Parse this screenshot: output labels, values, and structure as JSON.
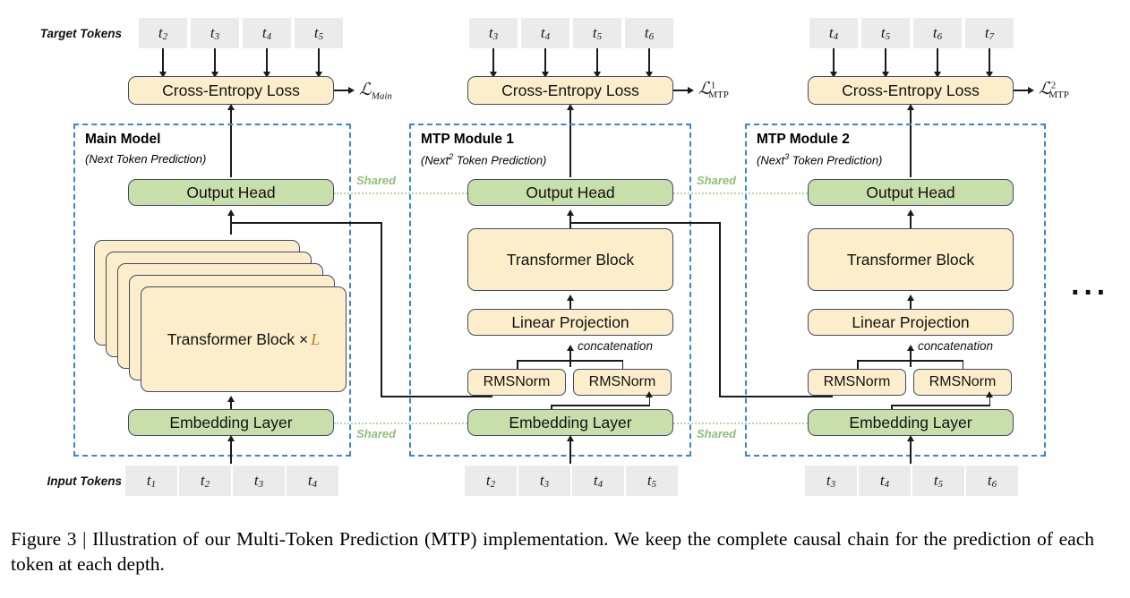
{
  "figure": {
    "caption": "Figure 3 | Illustration of our Multi-Token Prediction (MTP) implementation. We keep the complete causal chain for the prediction of each token at each depth.",
    "ellipsis": "···"
  },
  "rows": {
    "target_label": "Target Tokens",
    "input_label": "Input Tokens"
  },
  "colors": {
    "module_border": "#3b86d1",
    "node_border": "#3d4b63",
    "cream_fill": "#fdeecb",
    "green_fill": "#c8dfac",
    "token_fill": "#ebebeb",
    "shared_green": "#8fc07a",
    "shared_dotted": "#b9d6a3",
    "accent_L": "#c07a12"
  },
  "labels": {
    "cross_entropy": "Cross-Entropy Loss",
    "output_head": "Output Head",
    "embedding_layer": "Embedding Layer",
    "transformer_block": "Transformer Block",
    "transformer_block_xL_text": "Transformer Block × ",
    "transformer_block_L": "L",
    "linear_projection": "Linear Projection",
    "rmsnorm": "RMSNorm",
    "concatenation": "concatenation",
    "shared": "Shared"
  },
  "columns": [
    {
      "id": "main-model",
      "title": "Main Model",
      "subtitle_pre": "(Next Token Prediction)",
      "subtitle_base": "(Next",
      "subtitle_sup": "",
      "subtitle_post": " Token Prediction)",
      "loss_symbol": "ℒ",
      "loss_sub": "Main",
      "loss_sup": "",
      "target_tokens": [
        "t2",
        "t3",
        "t4",
        "t5"
      ],
      "input_tokens": [
        "t1",
        "t2",
        "t3",
        "t4"
      ]
    },
    {
      "id": "mtp-module-1",
      "title": "MTP Module 1",
      "subtitle_pre": "(Next2 Token Prediction)",
      "subtitle_base": "(Next",
      "subtitle_sup": "2",
      "subtitle_post": " Token Prediction)",
      "loss_symbol": "ℒ",
      "loss_sub": "MTP",
      "loss_sup": "1",
      "target_tokens": [
        "t3",
        "t4",
        "t5",
        "t6"
      ],
      "input_tokens": [
        "t2",
        "t3",
        "t4",
        "t5"
      ]
    },
    {
      "id": "mtp-module-2",
      "title": "MTP Module 2",
      "subtitle_pre": "(Next3 Token Prediction)",
      "subtitle_base": "(Next",
      "subtitle_sup": "3",
      "subtitle_post": " Token Prediction)",
      "loss_symbol": "ℒ",
      "loss_sub": "MTP",
      "loss_sup": "2",
      "target_tokens": [
        "t4",
        "t5",
        "t6",
        "t7"
      ],
      "input_tokens": [
        "t3",
        "t4",
        "t5",
        "t6"
      ]
    }
  ],
  "tokens": {
    "t1": {
      "base": "t",
      "sub": "1"
    },
    "t2": {
      "base": "t",
      "sub": "2"
    },
    "t3": {
      "base": "t",
      "sub": "3"
    },
    "t4": {
      "base": "t",
      "sub": "4"
    },
    "t5": {
      "base": "t",
      "sub": "5"
    },
    "t6": {
      "base": "t",
      "sub": "6"
    },
    "t7": {
      "base": "t",
      "sub": "7"
    }
  }
}
